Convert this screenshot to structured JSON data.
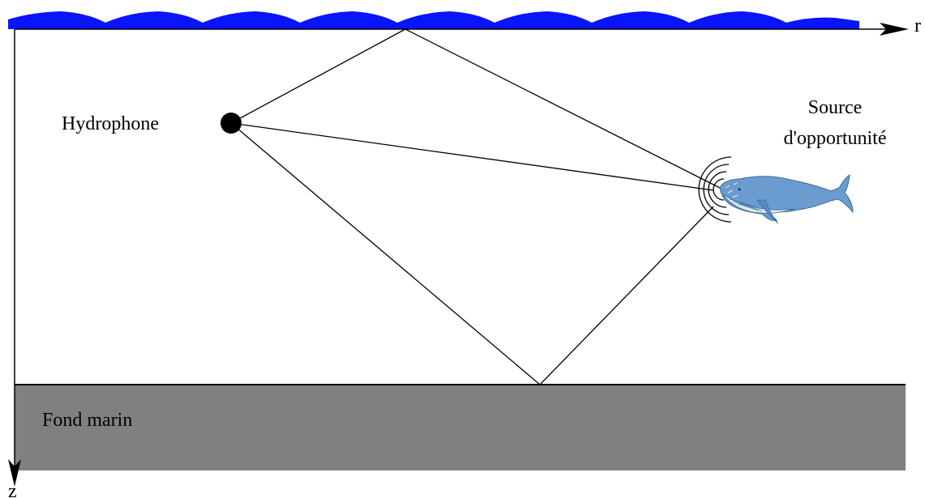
{
  "labels": {
    "hydrophone": "Hydrophone",
    "source_line1": "Source",
    "source_line2": "d'opportunité",
    "seabed": "Fond marin",
    "axis_r": "r",
    "axis_z": "z"
  },
  "colors": {
    "water_surface": "#0a14ff",
    "seabed": "#808080",
    "whale_body": "#6a9cd0",
    "whale_belly": "#d8eef2",
    "lines": "#000000"
  },
  "icons": {
    "hydrophone": "filled-circle",
    "source": "humpback-whale-icon"
  }
}
